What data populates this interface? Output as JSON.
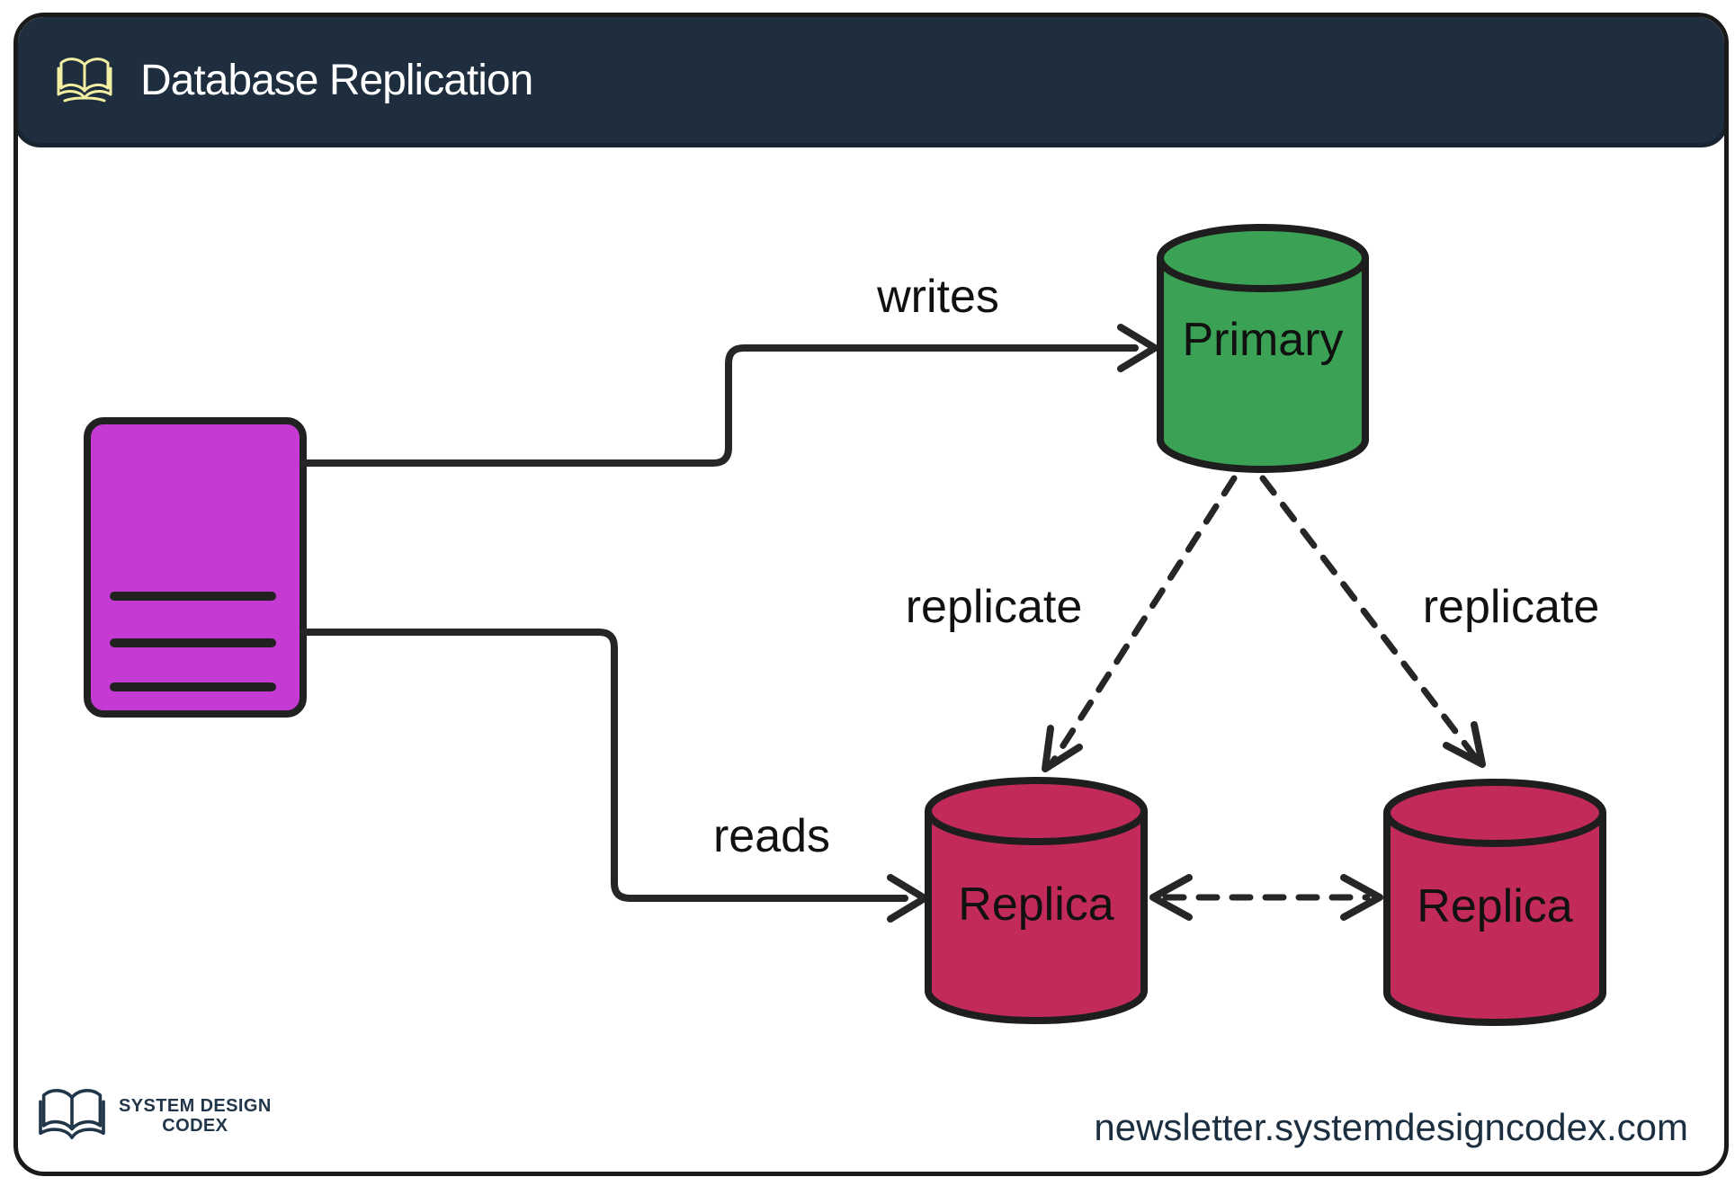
{
  "header": {
    "title": "Database Replication",
    "icon": "open-book-icon",
    "background": "#1f2e3f"
  },
  "diagram": {
    "client": {
      "name": "client-document-box",
      "color": "#c43ad3"
    },
    "nodes": {
      "primary": {
        "label": "Primary",
        "color": "#3aa155",
        "shape": "cylinder"
      },
      "replica_left": {
        "label": "Replica",
        "color": "#c22a5a",
        "shape": "cylinder"
      },
      "replica_right": {
        "label": "Replica",
        "color": "#c22a5a",
        "shape": "cylinder"
      }
    },
    "edges": {
      "writes": {
        "label": "writes",
        "style": "solid",
        "from": "client",
        "to": "primary"
      },
      "reads": {
        "label": "reads",
        "style": "solid",
        "from": "client",
        "to": "replica_left"
      },
      "replicate_left": {
        "label": "replicate",
        "style": "dashed",
        "from": "primary",
        "to": "replica_left"
      },
      "replicate_right": {
        "label": "replicate",
        "style": "dashed",
        "from": "primary",
        "to": "replica_right"
      },
      "replica_sync": {
        "label": "",
        "style": "dashed-bidirectional",
        "from": "replica_left",
        "to": "replica_right"
      }
    }
  },
  "footer": {
    "logo_line1": "SYSTEM DESIGN",
    "logo_line2": "CODEX",
    "logo_icon": "logo-book-icon",
    "newsletter": "newsletter.systemdesigncodex.com"
  },
  "colors": {
    "header_bg": "#1f2e3f",
    "border": "#1a1a1a",
    "line": "#262626",
    "client_purple": "#c43ad3",
    "primary_green": "#3aa155",
    "replica_crimson": "#c22a5a",
    "header_icon_yellow": "#f2efa2",
    "brand_navy": "#22364a"
  }
}
